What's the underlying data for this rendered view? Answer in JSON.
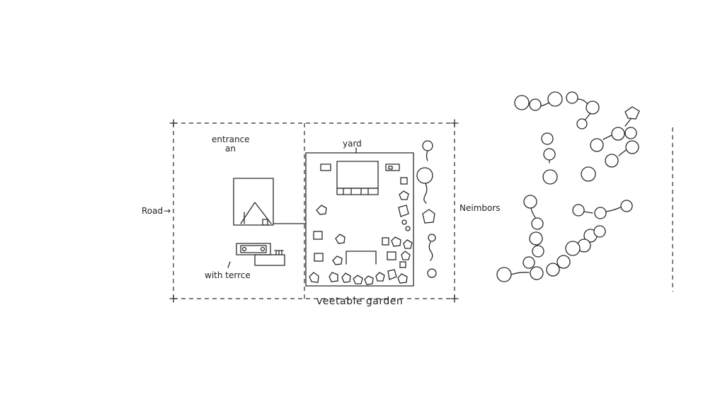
{
  "labels": {
    "entrance": "entrance",
    "entrance_sub": "an",
    "yard": "yard",
    "road": "Road",
    "road_arrow": "→",
    "neighbors": "Neimbors",
    "terrace": "with terrce",
    "garden": "veetable garden"
  },
  "colors": {
    "ink": "#2a2a2a",
    "paper": "#ffffff"
  }
}
